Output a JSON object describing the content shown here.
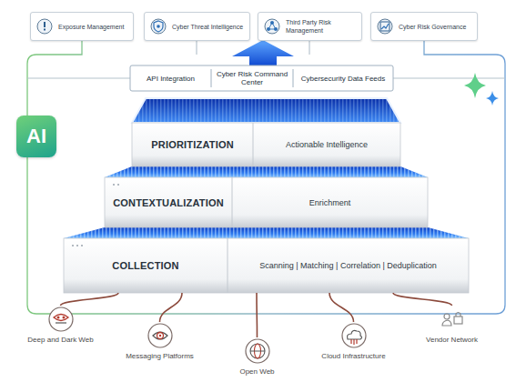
{
  "diagram": {
    "nodes": [
      {
        "text": [
          "Exposure Management"
        ]
      },
      {
        "text": [
          "Cyber Threat Intelligence"
        ]
      },
      {
        "text": [
          "Third Party Risk Management"
        ]
      },
      {
        "text": [
          "Cyber Risk Governance"
        ]
      },
      {
        "text": [
          "API Integration"
        ]
      },
      {
        "text": [
          "Cyber Risk Command Center"
        ]
      },
      {
        "text": [
          "Cybersecurity Data Feeds"
        ]
      },
      {
        "text": [
          "PRIORITIZATION",
          "Actionable Intelligence"
        ]
      },
      {
        "text": [
          "CONTEXTUALIZATION",
          "Enrichment"
        ]
      },
      {
        "text": [
          "COLLECTION",
          "Scanning | Matching | Correlation | Deduplication"
        ]
      },
      {
        "text": [
          "AI"
        ]
      },
      {
        "text": [
          "Deep and Dark Web"
        ]
      },
      {
        "text": [
          "Messaging Platforms"
        ]
      },
      {
        "text": [
          "Open Web"
        ]
      },
      {
        "text": [
          "Cloud Infrastructure"
        ]
      },
      {
        "text": [
          "Vendor Network"
        ]
      }
    ],
    "edges": [
      {
        "from": 11,
        "to": 9,
        "arrow": "none"
      },
      {
        "from": 12,
        "to": 9,
        "arrow": "none"
      },
      {
        "from": 13,
        "to": 9,
        "arrow": "none"
      },
      {
        "from": 14,
        "to": 9,
        "arrow": "none"
      },
      {
        "from": 15,
        "to": 9,
        "arrow": "none"
      }
    ]
  }
}
